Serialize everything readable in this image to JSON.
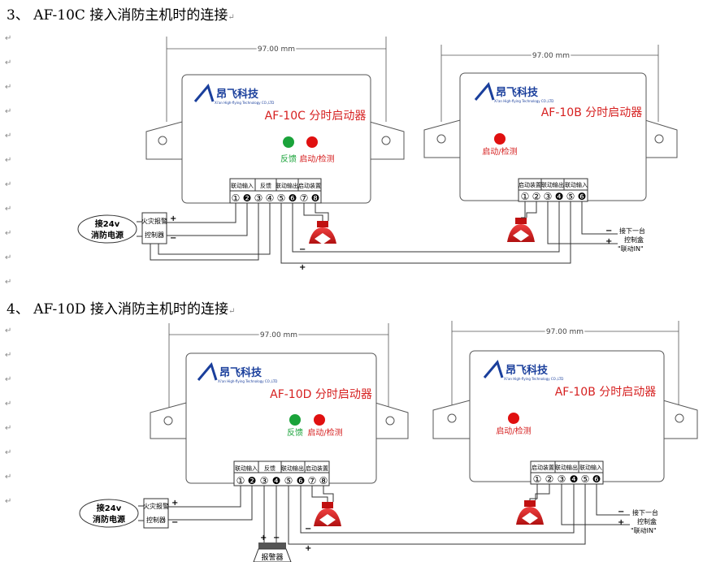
{
  "section3": {
    "number": "3、",
    "title": "AF-10C 接入消防主机时的连接",
    "mark": "↵",
    "diagram": {
      "dimension": "97.00 mm",
      "left_device": {
        "brand": "昂飞科技",
        "brand_sub": "Xi'an High-flying Technology CO.,LTD",
        "model": "AF-10C 分时启动器",
        "led_green_label": "反馈",
        "led_red_label": "启动/检测",
        "groups": [
          "联动输入",
          "反馈",
          "联动输出",
          "启动装置"
        ],
        "terminals": [
          "①",
          "❷",
          "③",
          "④",
          "⑤",
          "❻",
          "⑦",
          "❽"
        ]
      },
      "right_device": {
        "brand": "昂飞科技",
        "brand_sub": "Xi'an High-flying Technology CO.,LTD",
        "model": "AF-10B 分时启动器",
        "led_red_label": "启动/检测",
        "groups": [
          "启动装置",
          "联动输出",
          "联动输入"
        ],
        "terminals": [
          "①",
          "②",
          "③",
          "❹",
          "⑤",
          "❻"
        ]
      },
      "power_box": "接24v\n消防电源",
      "power_line1": "接24v",
      "power_line2": "消防电源",
      "controller_line1": "火灾报警",
      "controller_line2": "控制器",
      "next_line1": "接下一台",
      "next_line2": "控制盒",
      "next_line3": "\"联动IN\"",
      "plus": "+",
      "minus": "−"
    }
  },
  "section4": {
    "number": "4、",
    "title": "AF-10D 接入消防主机时的连接",
    "mark": "↵",
    "diagram": {
      "dimension": "97.00 mm",
      "left_device": {
        "brand": "昂飞科技",
        "brand_sub": "Xi'an High-flying Technology CO.,LTD",
        "model": "AF-10D 分时启动器",
        "led_green_label": "反馈",
        "led_red_label": "启动/检测",
        "groups": [
          "联动输入",
          "反馈",
          "联动输出",
          "启动装置"
        ],
        "terminals": [
          "①",
          "❷",
          "③",
          "❹",
          "⑤",
          "❻",
          "⑦",
          "⑧"
        ]
      },
      "right_device": {
        "brand": "昂飞科技",
        "brand_sub": "Xi'an High-flying Technology CO.,LTD",
        "model": "AF-10B 分时启动器",
        "led_red_label": "启动/检测",
        "groups": [
          "启动装置",
          "联动输出",
          "联动输入"
        ],
        "terminals": [
          "①",
          "②",
          "③",
          "❹",
          "⑤",
          "❻"
        ]
      },
      "power_line1": "接24v",
      "power_line2": "消防电源",
      "controller_line1": "火灾报警",
      "controller_line2": "控制器",
      "next_line1": "接下一台",
      "next_line2": "控制盒",
      "next_line3": "\"联动IN\"",
      "alarm": "报警器",
      "plus": "+",
      "minus": "−"
    }
  },
  "colors": {
    "model_text": "#d62020",
    "led_green": "#1aa33a",
    "led_red": "#e01010",
    "brand_blue": "#1a3f9c",
    "beacon_red": "#e02020"
  }
}
